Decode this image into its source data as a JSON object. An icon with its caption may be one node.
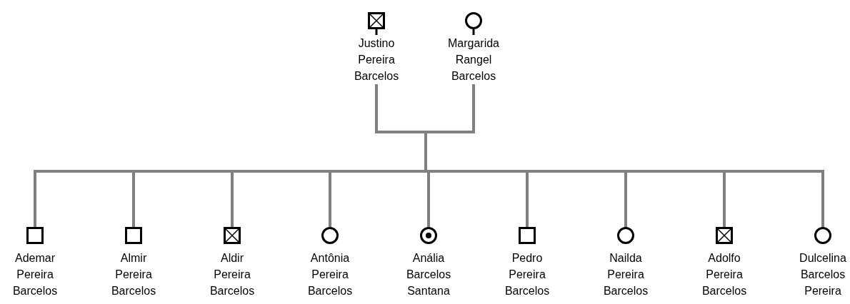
{
  "diagram": {
    "nodes": [
      {
        "text": [],
        "shape": "crossed-square",
        "beside": [
          "Justino Pereira Barcelos"
        ]
      },
      {
        "text": [],
        "shape": "circle",
        "beside": [
          "Margarida Rangel Barcelos"
        ]
      },
      {
        "text": [],
        "shape": "square",
        "beside": [
          "Ademar Pereira Barcelos"
        ]
      },
      {
        "text": [],
        "shape": "square",
        "beside": [
          "Almir Pereira Barcelos"
        ]
      },
      {
        "text": [],
        "shape": "crossed-square",
        "beside": [
          "Aldir Pereira Barcelos"
        ]
      },
      {
        "text": [],
        "shape": "circle",
        "beside": [
          "Antônia Pereira Barcelos"
        ]
      },
      {
        "text": [],
        "shape": "dotted-circle",
        "beside": [
          "Anália Barcelos Santana"
        ]
      },
      {
        "text": [],
        "shape": "square",
        "beside": [
          "Pedro Pereira Barcelos"
        ]
      },
      {
        "text": [],
        "shape": "circle",
        "beside": [
          "Nailda Pereira Barcelos"
        ]
      },
      {
        "text": [],
        "shape": "crossed-square",
        "beside": [
          "Adolfo Pereira Barcelos"
        ]
      },
      {
        "text": [],
        "shape": "circle",
        "beside": [
          "Dulcelina Barcelos Pereira"
        ]
      }
    ],
    "edges": [
      {
        "from": 0,
        "to": 2,
        "arrow": "none"
      },
      {
        "from": 0,
        "to": 3,
        "arrow": "none"
      },
      {
        "from": 0,
        "to": 4,
        "arrow": "none"
      },
      {
        "from": 0,
        "to": 5,
        "arrow": "none"
      },
      {
        "from": 0,
        "to": 6,
        "arrow": "none"
      },
      {
        "from": 0,
        "to": 7,
        "arrow": "none"
      },
      {
        "from": 0,
        "to": 8,
        "arrow": "none"
      },
      {
        "from": 0,
        "to": 9,
        "arrow": "none"
      },
      {
        "from": 0,
        "to": 10,
        "arrow": "none"
      },
      {
        "from": 1,
        "to": 2,
        "arrow": "none"
      },
      {
        "from": 1,
        "to": 3,
        "arrow": "none"
      },
      {
        "from": 1,
        "to": 4,
        "arrow": "none"
      },
      {
        "from": 1,
        "to": 5,
        "arrow": "none"
      },
      {
        "from": 1,
        "to": 6,
        "arrow": "none"
      },
      {
        "from": 1,
        "to": 7,
        "arrow": "none"
      },
      {
        "from": 1,
        "to": 8,
        "arrow": "none"
      },
      {
        "from": 1,
        "to": 9,
        "arrow": "none"
      },
      {
        "from": 1,
        "to": 10,
        "arrow": "none"
      }
    ]
  }
}
